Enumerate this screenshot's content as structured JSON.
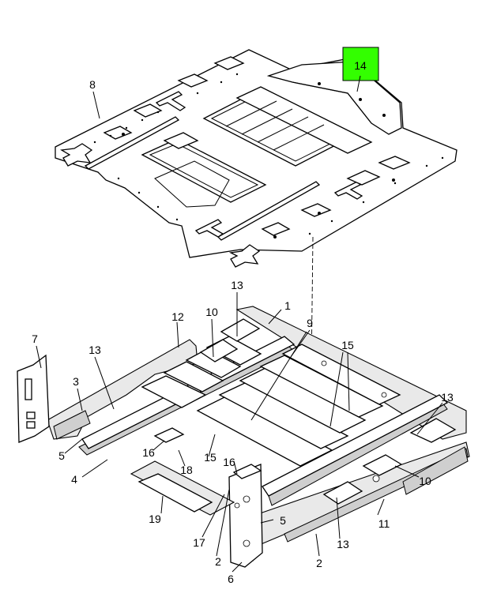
{
  "diagram": {
    "highlight_color": "#33ff00",
    "callouts": {
      "c14": "14",
      "c8": "8",
      "c13a": "13",
      "c1": "1",
      "c12": "12",
      "c10a": "10",
      "c9": "9",
      "c7": "7",
      "c15a": "15",
      "c13b": "13",
      "c3": "3",
      "c13c": "13",
      "c5a": "5",
      "c16a": "16",
      "c15b": "15",
      "c16b": "16",
      "c18": "18",
      "c4": "4",
      "c10b": "10",
      "c19": "19",
      "c11": "11",
      "c5b": "5",
      "c17": "17",
      "c13d": "13",
      "c2a": "2",
      "c2b": "2",
      "c6": "6"
    }
  }
}
